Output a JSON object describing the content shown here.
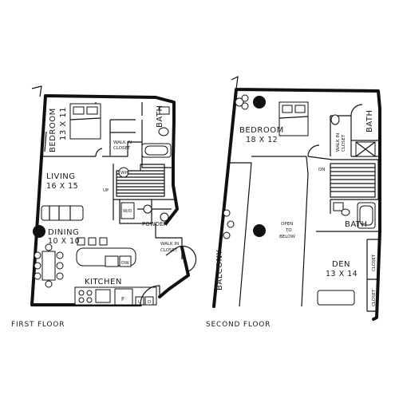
{
  "first_floor": {
    "caption": "FIRST FLOOR",
    "bedroom": {
      "name": "BEDROOM",
      "size": "13 X 11"
    },
    "bath": "BATH",
    "walk_in_closet_1": [
      "WALK IN",
      "CLOSET"
    ],
    "living": {
      "name": "LIVING",
      "size": "16 X 15"
    },
    "up": "UP",
    "wh": "WH",
    "washer_dryer": "W/D",
    "dining": {
      "name": "DINING",
      "size": "10 X 10"
    },
    "powder": "POWDER",
    "walk_in_closet_2": [
      "WALK IN",
      "CLOSET"
    ],
    "dw": "DW",
    "kitchen": "KITCHEN",
    "fridge": "F",
    "cabinet_u": "U",
    "cabinet_d": "D"
  },
  "second_floor": {
    "caption": "SECOND FLOOR",
    "bedroom": {
      "name": "BEDROOM",
      "size": "18 X 12"
    },
    "walk_in_closet": [
      "WALK IN",
      "CLOSET"
    ],
    "bath_upper": "BATH",
    "dn": "DN",
    "open_to_below": [
      "OPEN",
      "TO",
      "BELOW"
    ],
    "bath_lower": "BATH",
    "balcony": "BALCONY",
    "den": {
      "name": "DEN",
      "size": "13 X 14"
    },
    "closet_1": "CLOSET",
    "closet_2": "CLOSET"
  }
}
